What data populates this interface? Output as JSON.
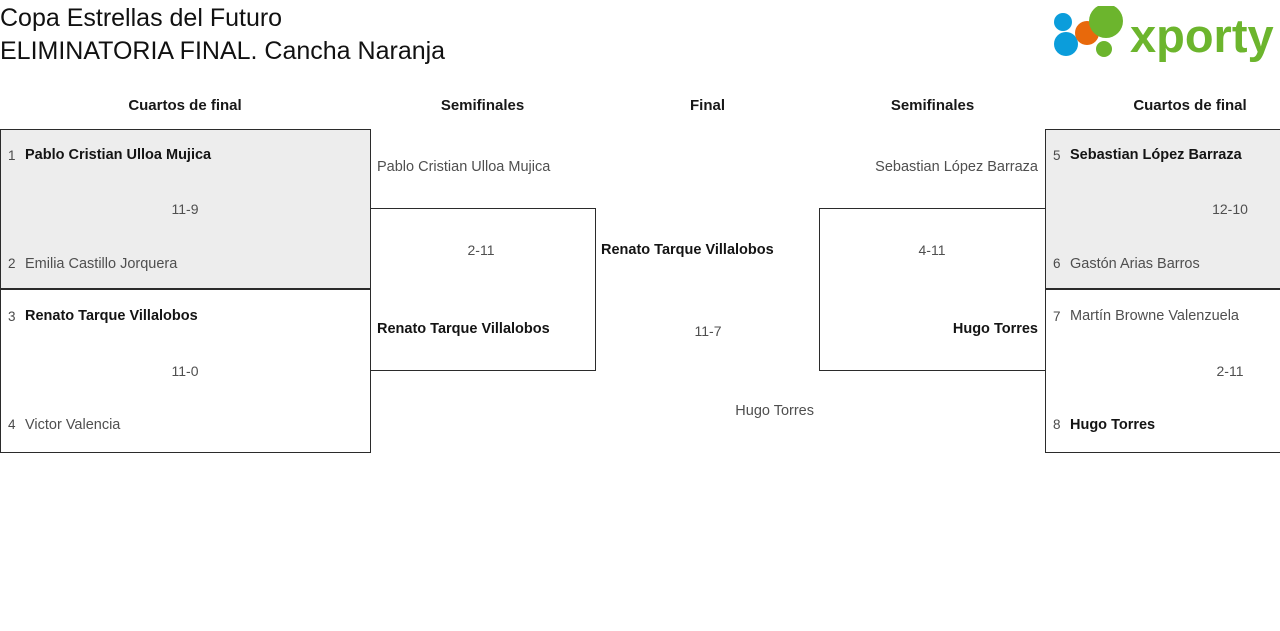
{
  "header": {
    "title_line1": "Copa Estrellas del Futuro",
    "title_line2": "ELIMINATORIA FINAL. Cancha Naranja",
    "logo_text": "xporty",
    "logo_colors": {
      "green": "#6CB52D",
      "blue": "#0B9DDB",
      "orange": "#E8690B"
    }
  },
  "columns": {
    "qf_left": "Cuartos de final",
    "sf_left": "Semifinales",
    "final": "Final",
    "sf_right": "Semifinales",
    "qf_right": "Cuartos de final"
  },
  "colors": {
    "shaded_row": "#ededed",
    "border": "#2b2b2b",
    "winner_text": "#141414",
    "loser_text": "#4f4f4f"
  },
  "bracket": {
    "quarterfinals_left": [
      {
        "score": "11-9",
        "top": {
          "seed": "1",
          "name": "Pablo Cristian Ulloa Mujica",
          "winner": true
        },
        "bottom": {
          "seed": "2",
          "name": "Emilia Castillo Jorquera",
          "winner": false
        }
      },
      {
        "score": "11-0",
        "top": {
          "seed": "3",
          "name": "Renato Tarque Villalobos",
          "winner": true
        },
        "bottom": {
          "seed": "4",
          "name": "Victor Valencia",
          "winner": false
        }
      }
    ],
    "quarterfinals_right": [
      {
        "score": "12-10",
        "top": {
          "seed": "5",
          "name": "Sebastian López Barraza",
          "winner": true
        },
        "bottom": {
          "seed": "6",
          "name": "Gastón Arias Barros",
          "winner": false
        }
      },
      {
        "score": "2-11",
        "top": {
          "seed": "7",
          "name": "Martín Browne Valenzuela",
          "winner": false
        },
        "bottom": {
          "seed": "8",
          "name": "Hugo Torres",
          "winner": true
        }
      }
    ],
    "semifinal_left": {
      "score": "2-11",
      "top": {
        "name": "Pablo Cristian Ulloa Mujica",
        "winner": false
      },
      "bottom": {
        "name": "Renato Tarque Villalobos",
        "winner": true
      }
    },
    "semifinal_right": {
      "score": "4-11",
      "top": {
        "name": "Sebastian López Barraza",
        "winner": false
      },
      "bottom": {
        "name": "Hugo Torres",
        "winner": true
      }
    },
    "final": {
      "score": "11-7",
      "top": {
        "name": "Renato Tarque Villalobos",
        "winner": true
      },
      "bottom": {
        "name": "Hugo Torres",
        "winner": false
      }
    }
  }
}
